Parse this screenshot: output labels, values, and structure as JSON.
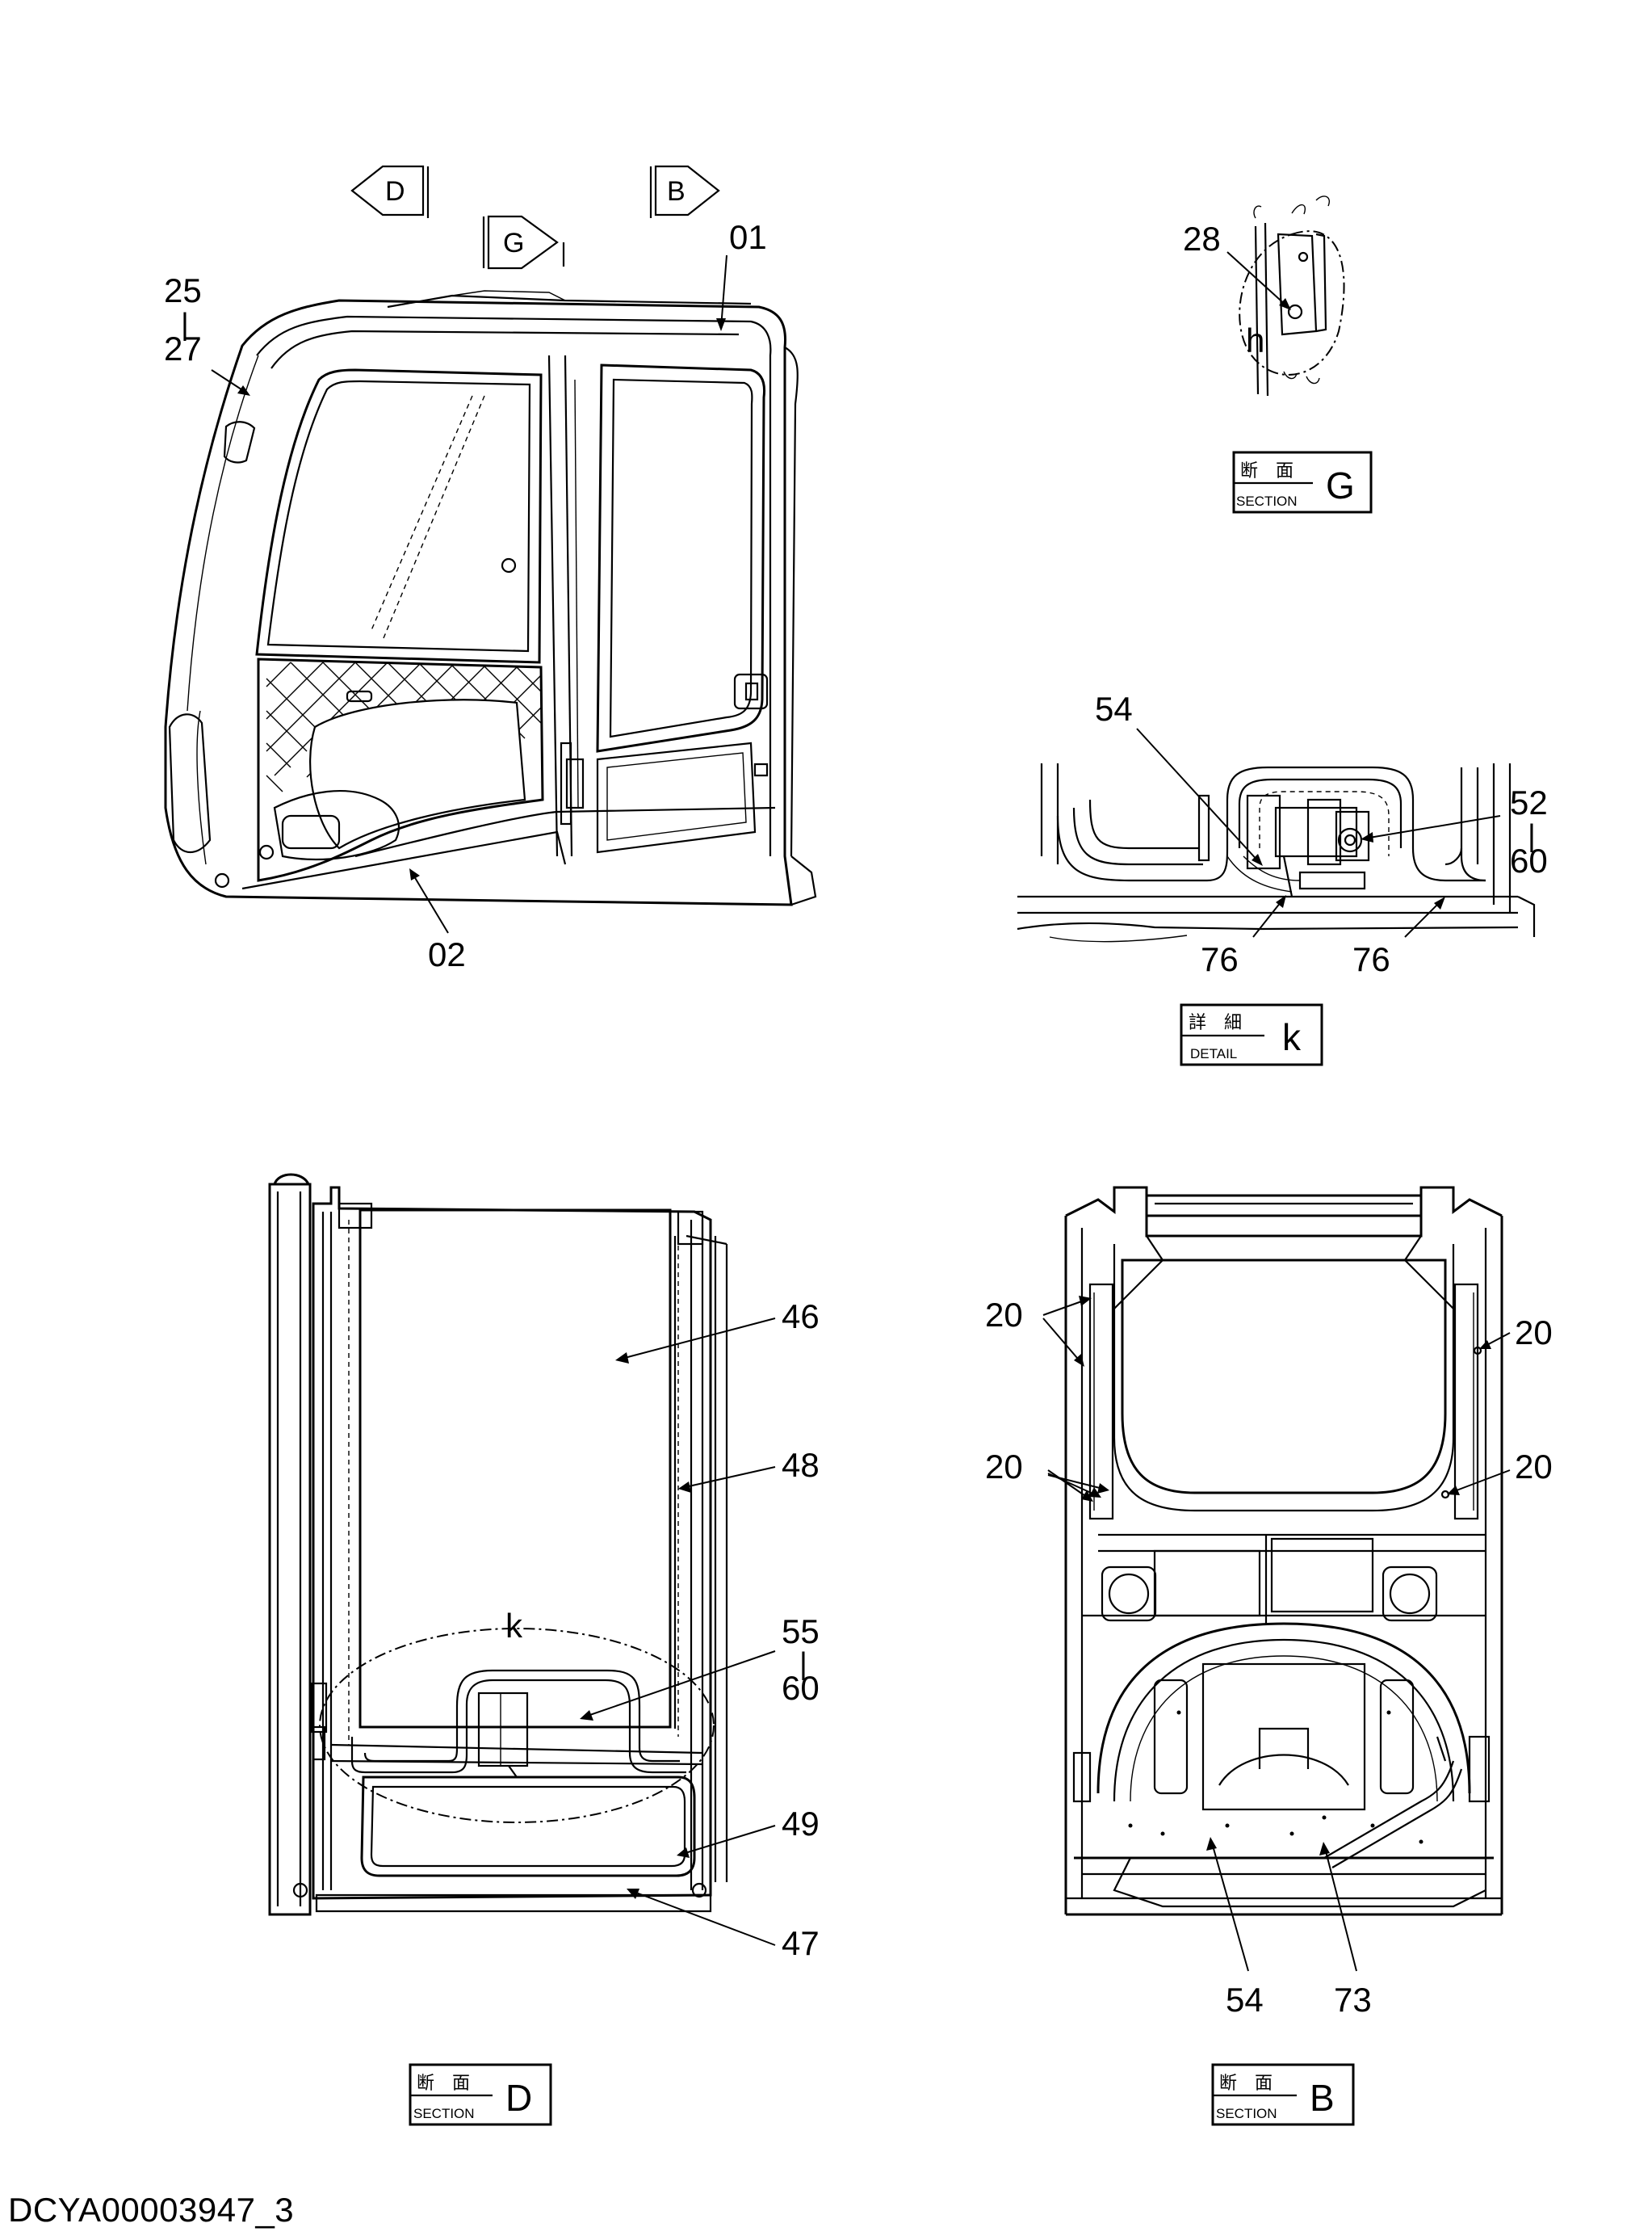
{
  "views": {
    "view_d": "D",
    "view_g": "G",
    "view_b": "B"
  },
  "cab": {
    "label_01": "01",
    "label_02": "02",
    "label_25": "25",
    "label_27": "27",
    "range_sep": "|"
  },
  "section_g": {
    "label_28": "28",
    "label_h": "h",
    "tag_jp": "断　面",
    "tag_en": "SECTION",
    "tag_letter": "G"
  },
  "detail_k": {
    "label_54": "54",
    "label_52": "52",
    "label_60": "60",
    "label_76a": "76",
    "label_76b": "76",
    "range_sep": "|",
    "tag_jp": "詳　細",
    "tag_en": "DETAIL",
    "tag_letter": "k"
  },
  "section_d": {
    "label_46": "46",
    "label_48": "48",
    "label_k": "k",
    "label_55": "55",
    "label_60": "60",
    "label_49": "49",
    "label_47": "47",
    "range_sep": "|",
    "tag_jp": "断　面",
    "tag_en": "SECTION",
    "tag_letter": "D"
  },
  "section_b": {
    "label_20a": "20",
    "label_20b": "20",
    "label_20c": "20",
    "label_20d": "20",
    "label_54": "54",
    "label_73": "73",
    "tag_jp": "断　面",
    "tag_en": "SECTION",
    "tag_letter": "B"
  },
  "document_id": "DCYA00003947_3",
  "icons": [
    "view-arrow-left-icon",
    "view-arrow-right-icon"
  ]
}
